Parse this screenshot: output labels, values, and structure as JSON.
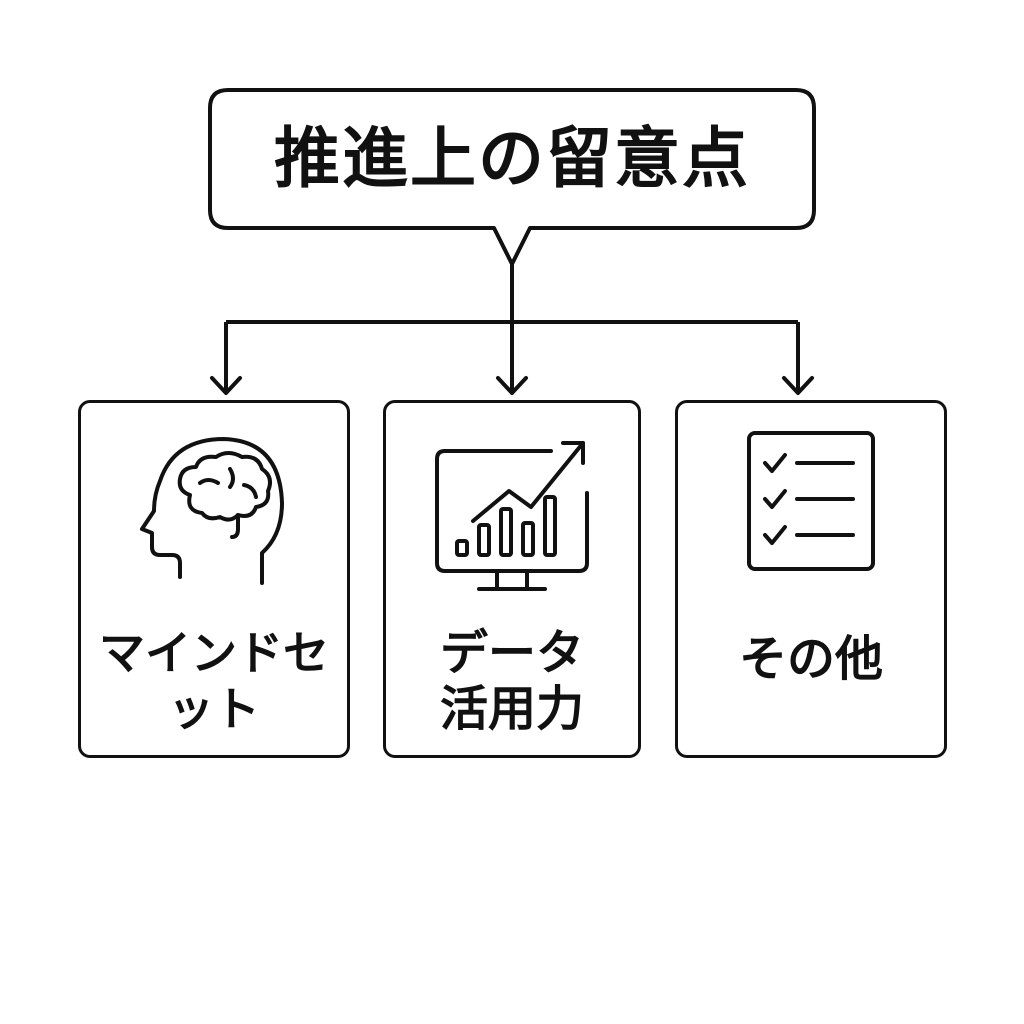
{
  "title": "推進上の留意点",
  "items": [
    {
      "name": "mindset",
      "icon": "head-brain-icon",
      "label_lines": [
        "マインドセ",
        "ット"
      ]
    },
    {
      "name": "data",
      "icon": "monitor-chart-icon",
      "label_lines": [
        "データ",
        "活用力"
      ]
    },
    {
      "name": "other",
      "icon": "checklist-icon",
      "label_lines": [
        "その他"
      ]
    }
  ],
  "colors": {
    "stroke": "#111111",
    "background": "#ffffff"
  }
}
